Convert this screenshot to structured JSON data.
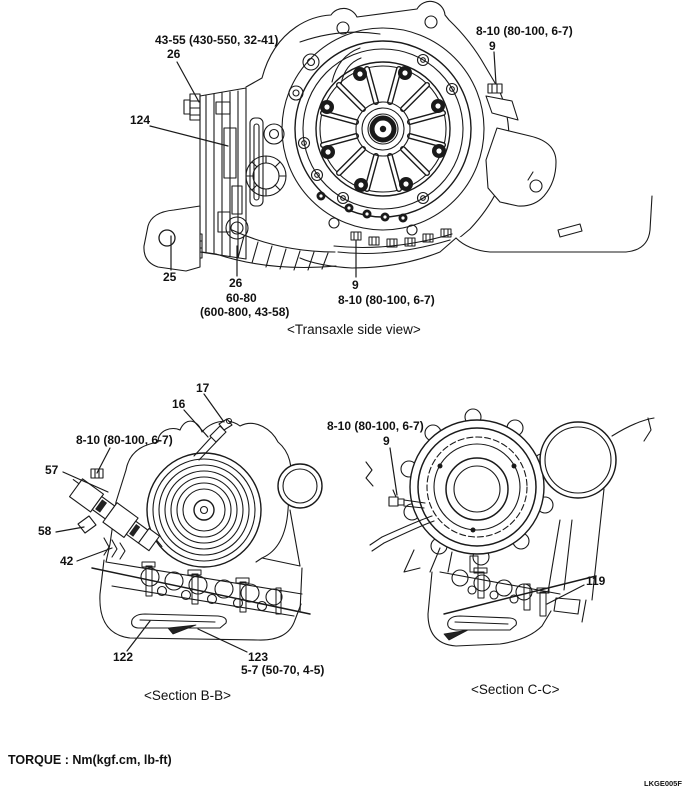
{
  "figure": {
    "torque_note": "TORQUE : Nm(kgf.cm, lb-ft)",
    "code": "LKGE005F",
    "views": {
      "side": {
        "caption": "<Transaxle side view>",
        "labels": {
          "torque_43_55": "43-55 (430-550, 32-41)",
          "num_26_top": "26",
          "num_124": "124",
          "num_25": "25",
          "num_26_bottom": "26",
          "torque_60_80": "60-80",
          "torque_60_80_sub": "(600-800, 43-58)",
          "num_9_bottom": "9",
          "torque_8_10_bottom": "8-10 (80-100, 6-7)",
          "torque_8_10_top": "8-10 (80-100, 6-7)",
          "num_9_top": "9"
        }
      },
      "section_bb": {
        "caption": "<Section B-B>",
        "labels": {
          "num_17": "17",
          "num_16": "16",
          "torque_8_10": "8-10 (80-100, 6-7)",
          "num_57": "57",
          "num_58": "58",
          "num_42": "42",
          "num_122": "122",
          "num_123": "123",
          "torque_5_7": "5-7 (50-70, 4-5)"
        }
      },
      "section_cc": {
        "caption": "<Section C-C>",
        "labels": {
          "torque_8_10": "8-10 (80-100, 6-7)",
          "num_9": "9",
          "num_119": "119"
        }
      }
    }
  }
}
